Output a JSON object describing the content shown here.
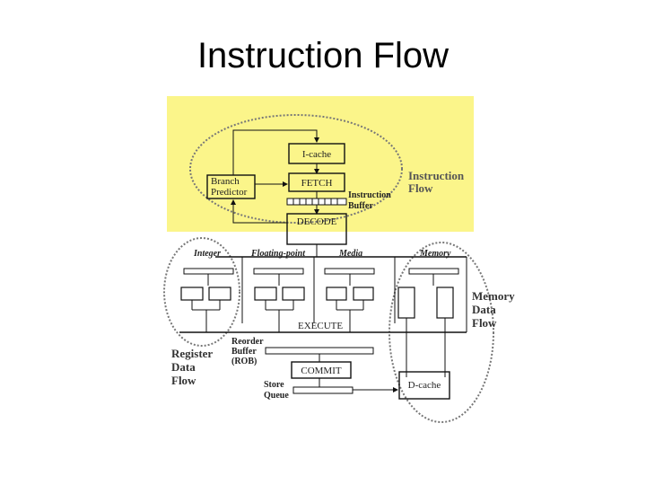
{
  "title": "Instruction Flow",
  "colors": {
    "highlight": "#fbf58a",
    "line": "#111111"
  },
  "blocks": {
    "icache": "I-cache",
    "fetch": "FETCH",
    "branch_predictor_1": "Branch",
    "branch_predictor_2": "Predictor",
    "instruction_buffer_1": "Instruction",
    "instruction_buffer_2": "Buffer",
    "decode": "DECODE",
    "execute": "EXECUTE",
    "commit": "COMMIT",
    "dcache": "D-cache",
    "rob_1": "Reorder",
    "rob_2": "Buffer",
    "rob_3": "(ROB)",
    "store_queue_1": "Store",
    "store_queue_2": "Queue"
  },
  "units": {
    "integer": "Integer",
    "floating_point": "Floating-point",
    "media": "Media",
    "memory": "Memory"
  },
  "flows": {
    "instruction_1": "Instruction",
    "instruction_2": "Flow",
    "register_1": "Register",
    "register_2": "Data",
    "register_3": "Flow",
    "memory_1": "Memory",
    "memory_2": "Data",
    "memory_3": "Flow"
  }
}
